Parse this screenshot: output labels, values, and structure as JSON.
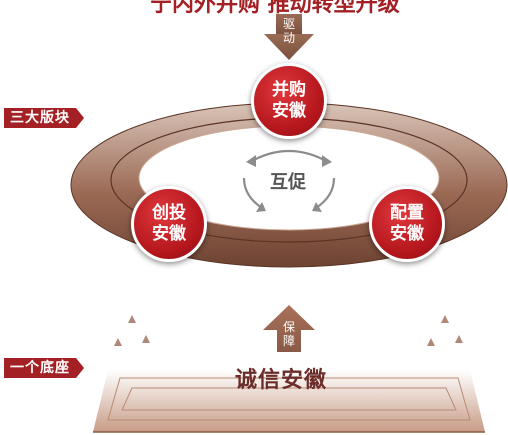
{
  "top_title_partial": "宁内外并购 推动转型升级",
  "top_arrow": {
    "label": "驱动"
  },
  "layer_labels": {
    "three": "三大版块",
    "one": "一个底座"
  },
  "nodes": [
    {
      "line1": "并购",
      "line2": "安徽"
    },
    {
      "line1": "创投",
      "line2": "安徽"
    },
    {
      "line1": "配置",
      "line2": "安徽"
    }
  ],
  "center_label": "互促",
  "bottom_arrow": {
    "label": "保障"
  },
  "foundation_label": "诚信安徽",
  "colors": {
    "accent_red": "#a32025",
    "ring_brown": "#8a5a46",
    "arrow_brown": "#8a5f4a"
  }
}
